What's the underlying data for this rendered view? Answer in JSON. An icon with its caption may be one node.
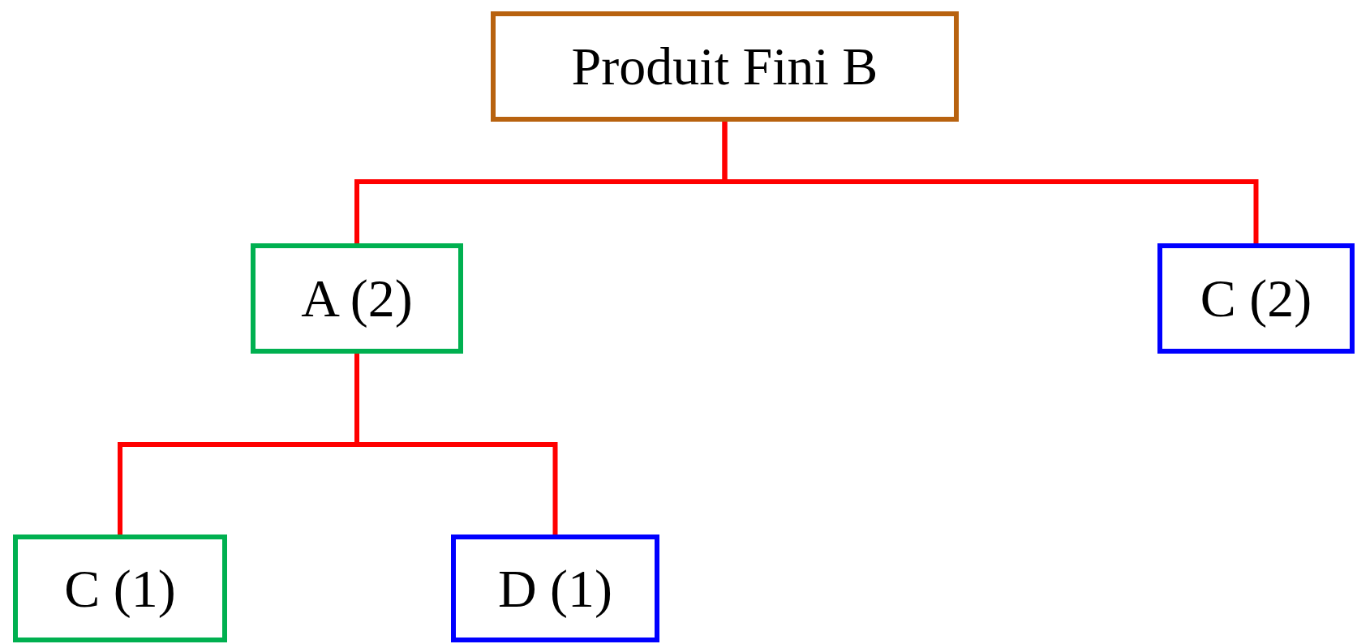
{
  "diagram": {
    "nodes": [
      {
        "text": [
          "Produit Fini B"
        ]
      },
      {
        "text": [
          "A (2)"
        ]
      },
      {
        "text": [
          "C (2)"
        ]
      },
      {
        "text": [
          "C (1)"
        ]
      },
      {
        "text": [
          "D (1)"
        ]
      }
    ],
    "edges": [
      {
        "from": 0,
        "to": 1,
        "arrow": "none"
      },
      {
        "from": 0,
        "to": 2,
        "arrow": "none"
      },
      {
        "from": 1,
        "to": 3,
        "arrow": "none"
      },
      {
        "from": 1,
        "to": 4,
        "arrow": "none"
      }
    ]
  }
}
